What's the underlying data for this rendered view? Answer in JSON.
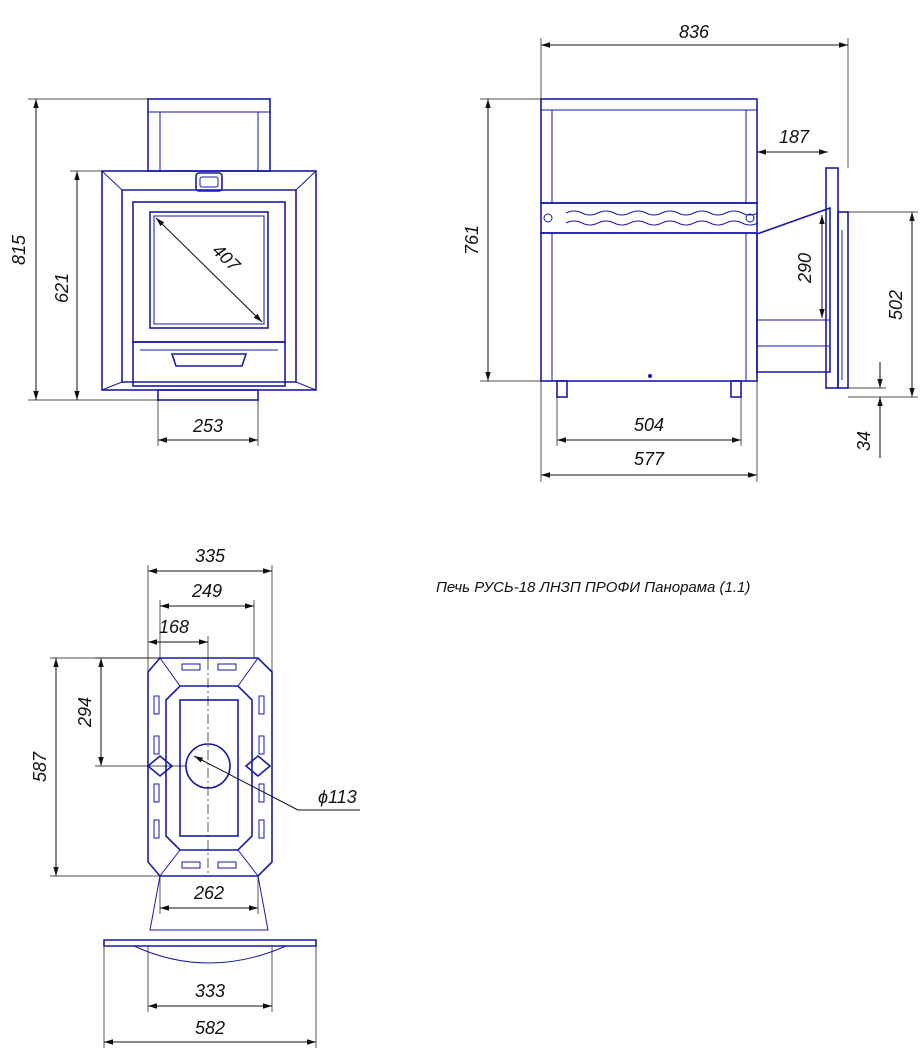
{
  "title": "Печь РУСЬ-18 ЛНЗП ПРОФИ Панорама (1.1)",
  "colors": {
    "outline": "#1a1aa8",
    "dimension": "#111111",
    "background": "#ffffff"
  },
  "front_view": {
    "height_total": "815",
    "height_body": "621",
    "glass_diagonal": "407",
    "chimney_width": "253"
  },
  "side_view": {
    "width_total": "836",
    "tunnel_length": "187",
    "height": "761",
    "tunnel_height": "290",
    "tunnel_top": "502",
    "tunnel_bottom": "34",
    "base_width": "504",
    "body_width": "577"
  },
  "top_view": {
    "width_335": "335",
    "width_249": "249",
    "width_168": "168",
    "depth_294": "294",
    "depth_587": "587",
    "flue_diameter": "ϕ113",
    "width_262": "262",
    "width_333": "333",
    "width_582": "582"
  }
}
